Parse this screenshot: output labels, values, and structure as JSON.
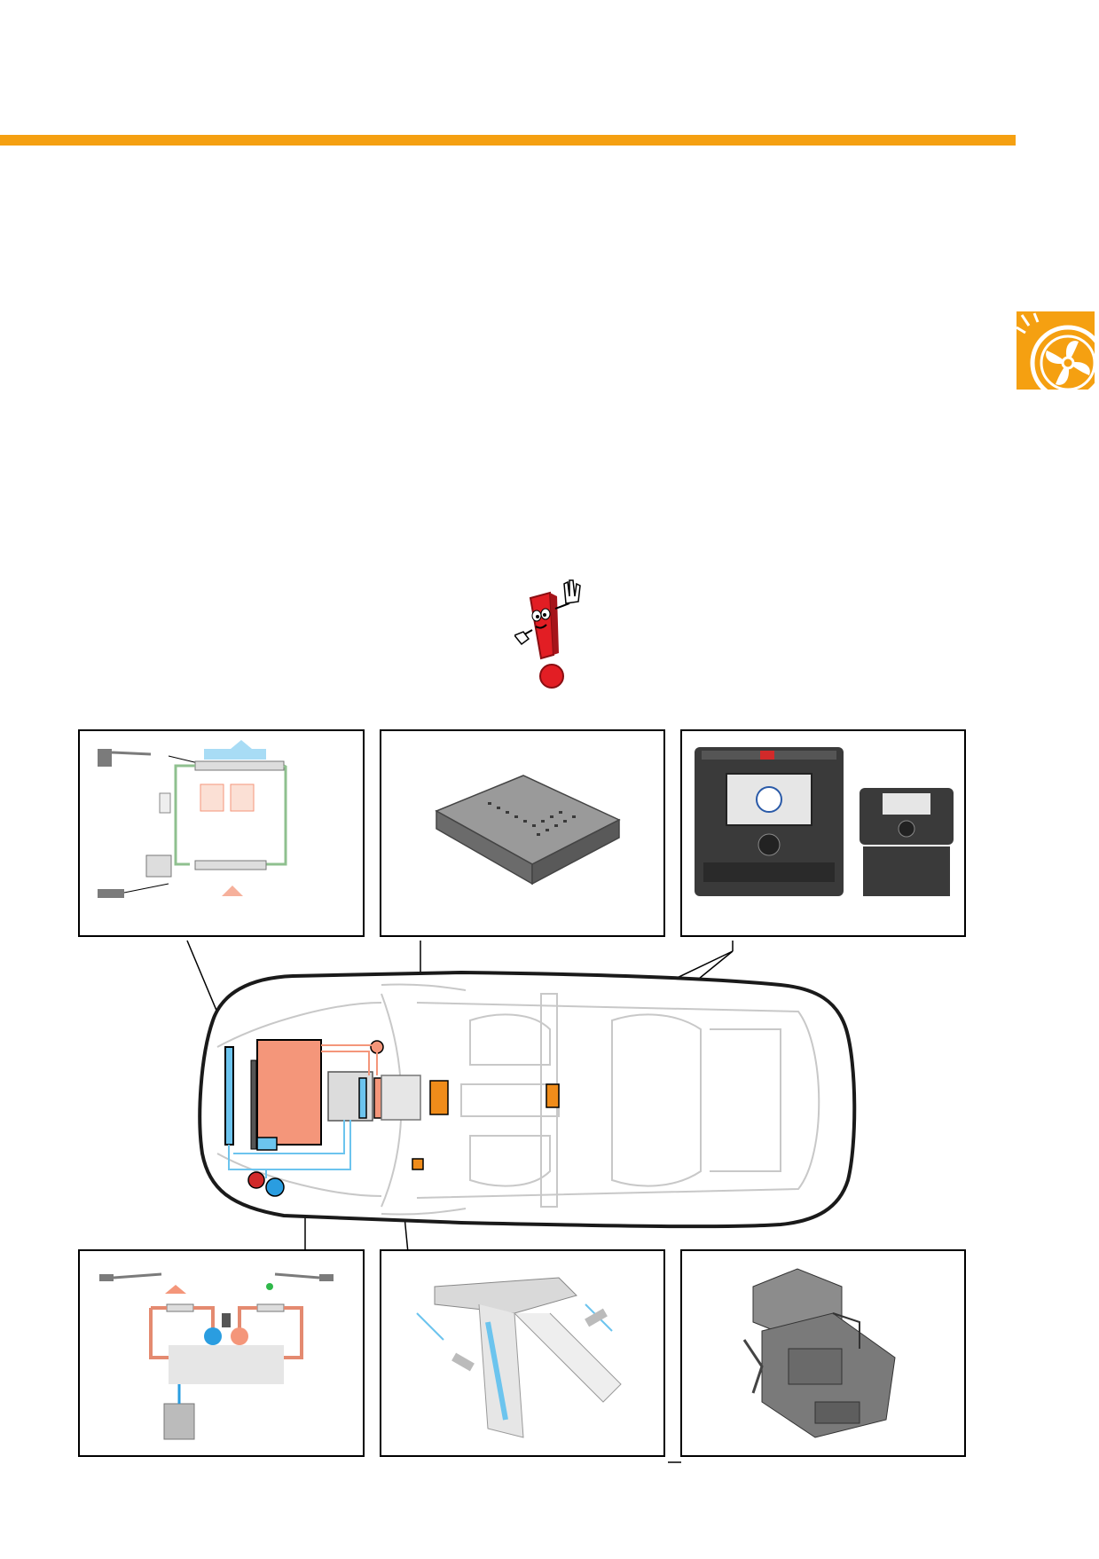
{
  "colors": {
    "accent_orange": "#f5a011",
    "warm_air": "#f4967a",
    "cold_air": "#6cc4ee",
    "hot_circuit": "#d12a2a",
    "cold_circuit": "#2a9de0",
    "control_unit": "#f08c1a",
    "car_outline": "#1a1a1a",
    "car_interior": "#c8c8c8"
  },
  "icons": {
    "side_tab": "fan-icon",
    "warning": "exclamation-mascot-icon"
  },
  "panels": [
    {
      "id": "refrigerant-circuit",
      "position": "top-left"
    },
    {
      "id": "control-unit-module",
      "position": "top-middle"
    },
    {
      "id": "operating-units",
      "position": "top-right"
    },
    {
      "id": "coolant-circuit",
      "position": "bottom-left"
    },
    {
      "id": "air-ducts",
      "position": "bottom-middle"
    },
    {
      "id": "air-conditioning-unit",
      "position": "bottom-right"
    }
  ]
}
